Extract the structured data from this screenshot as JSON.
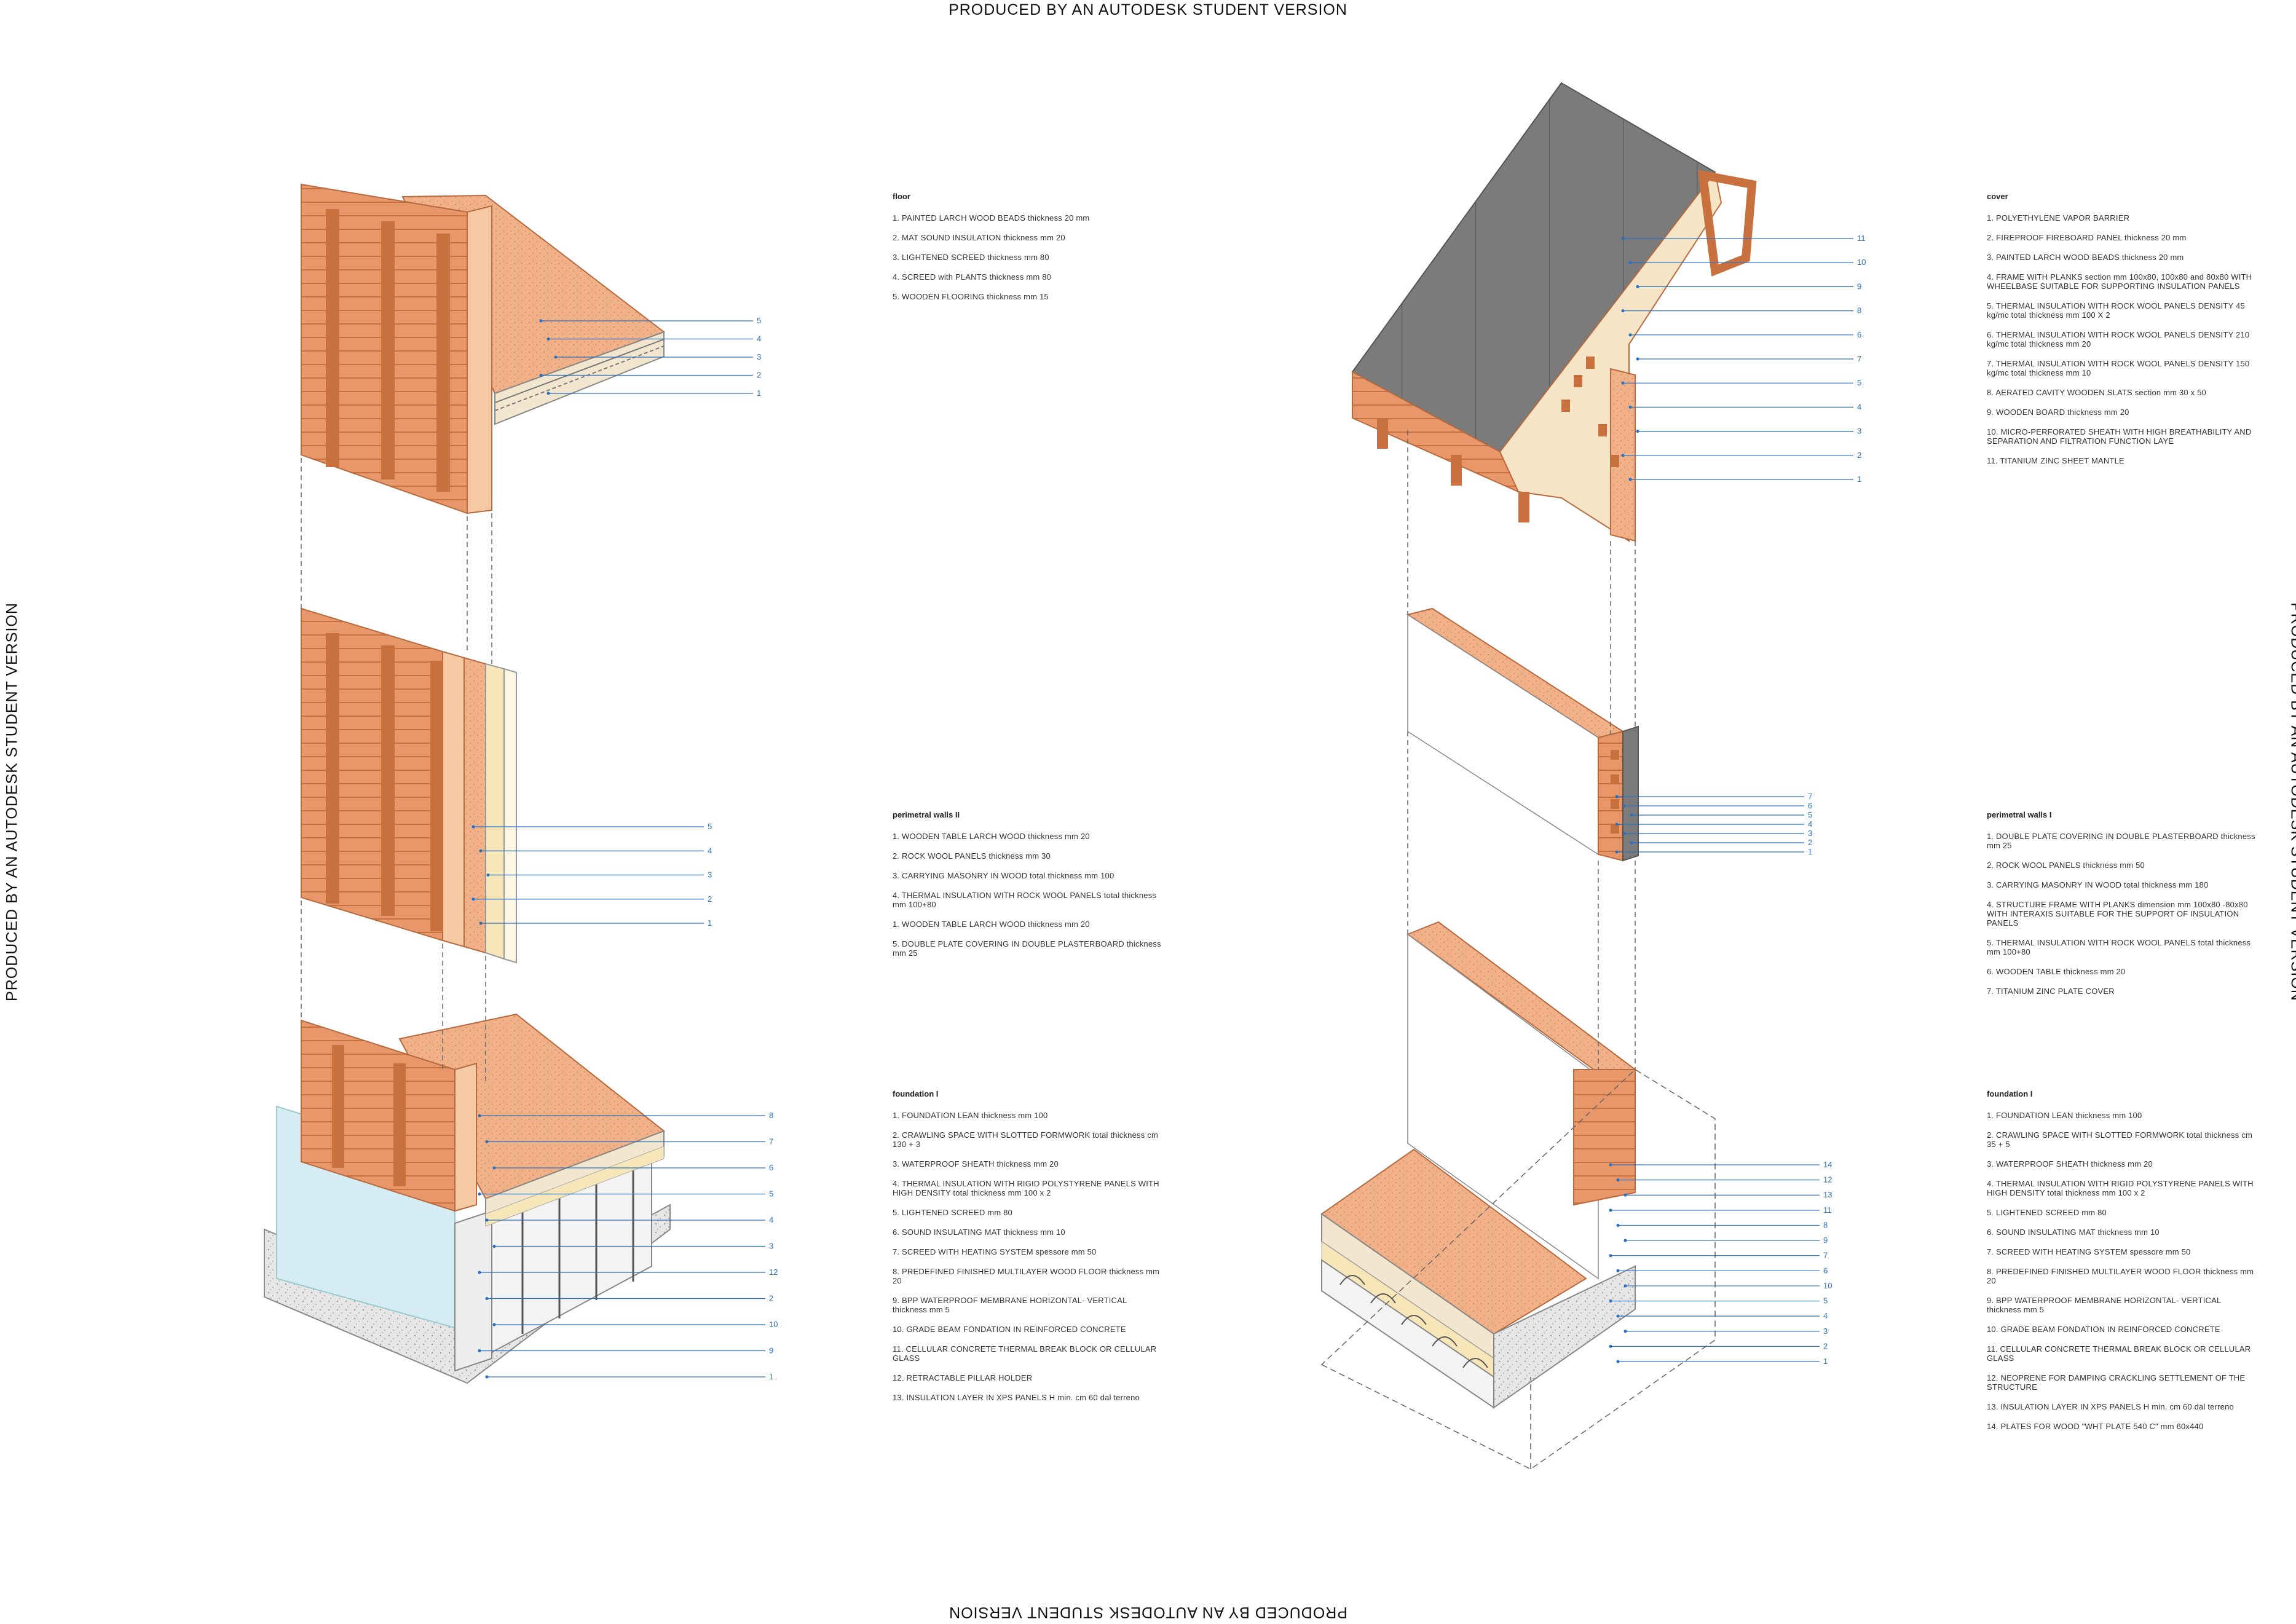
{
  "watermark": {
    "top": "PRODUCED BY AN AUTODESK STUDENT VERSION",
    "bottom": "PRODUCED BY AN AUTODESK STUDENT VERSION",
    "left": "PRODUCED BY AN AUTODESK STUDENT VERSION",
    "right": "PRODUCED BY AN AUTODESK STUDENT VERSION"
  },
  "colors": {
    "timber": "#e8976a",
    "timber_dark": "#c9703f",
    "timber_light": "#f4c9a4",
    "roof": "#7b7b7b",
    "insulation": "#f7e7b8",
    "concrete": "#dcdcdc",
    "xps": "#d5ecf5",
    "callout": "#2a70c0"
  },
  "specs": {
    "floor": {
      "title": "floor",
      "items": [
        "1.  PAINTED LARCH WOOD BEADS thickness 20 mm",
        "2.  MAT SOUND INSULATION thickness mm 20",
        "3.  LIGHTENED SCREED thickness mm 80",
        "4.  SCREED with PLANTS thickness  mm 80",
        "5.  WOODEN FLOORING thickness mm 15"
      ]
    },
    "walls2": {
      "title": "perimetral walls II",
      "items": [
        "1.  WOODEN TABLE  LARCH WOOD thickness mm 20",
        "2.  ROCK WOOL PANELS thickness mm 30",
        "3.  CARRYING MASONRY IN WOOD total thickness mm 100",
        "4.  THERMAL INSULATION WITH ROCK WOOL PANELS total thickness mm 100+80",
        "1.  WOODEN TABLE  LARCH WOOD thickness mm 20",
        "5.    DOUBLE PLATE COVERING IN DOUBLE PLASTERBOARD thickness mm 25"
      ]
    },
    "foundation_left": {
      "title": "foundation I",
      "items": [
        "1.  FOUNDATION LEAN  thickness mm 100",
        "2.  CRAWLING SPACE WITH SLOTTED FORMWORK total  thickness cm 130 + 3",
        "3.  WATERPROOF SHEATH thickness mm 20",
        "4.  THERMAL INSULATION WITH RIGID POLYSTYRENE PANELS WITH HIGH DENSITY total  thickness  mm 100 x 2",
        "5.  LIGHTENED SCREED mm 80",
        "6.  SOUND INSULATING MAT thickness mm 10",
        "7.  SCREED WITH HEATING SYSTEM spessore mm 50",
        "8.  PREDEFINED FINISHED MULTILAYER WOOD FLOOR thickness mm 20",
        "9.  BPP WATERPROOF MEMBRANE HORIZONTAL- VERTICAL thickness mm 5",
        "10.  GRADE BEAM FONDATION IN REINFORCED CONCRETE",
        "11.  CELLULAR CONCRETE THERMAL BREAK BLOCK OR CELLULAR GLASS",
        "12.  RETRACTABLE PILLAR HOLDER",
        "13.  INSULATION LAYER IN XPS PANELS H min. cm 60 dal terreno"
      ]
    },
    "cover": {
      "title": "cover",
      "items": [
        "1.  POLYETHYLENE VAPOR BARRIER",
        "2.    FIREPROOF FIREBOARD PANEL thickness 20 mm",
        "3.   PAINTED LARCH WOOD BEADS thickness 20 mm",
        "4.   FRAME WITH PLANKS section mm 100x80, 100x80 and 80x80 WITH WHEELBASE SUITABLE FOR SUPPORTING INSULATION PANELS",
        "5.   THERMAL INSULATION WITH ROCK WOOL PANELS DENSITY 45 kg/mc total thickness mm 100 X 2",
        "6.   THERMAL INSULATION WITH ROCK WOOL PANELS DENSITY 210 kg/mc total thickness mm 20",
        "7.   THERMAL INSULATION WITH ROCK WOOL PANELS DENSITY 150 kg/mc total thickness mm 10",
        "8.   AERATED CAVITY WOODEN SLATS section mm 30 x 50",
        "9.   WOODEN BOARD thickness mm 20",
        "10.  MICRO-PERFORATED SHEATH WITH HIGH BREATHABILITY AND SEPARATION AND FILTRATION FUNCTION LAYE",
        "11.  TITANIUM ZINC SHEET MANTLE"
      ]
    },
    "walls1": {
      "title": "perimetral walls I",
      "items": [
        "1. DOUBLE PLATE COVERING IN DOUBLE PLASTERBOARD thickness mm 25",
        "2.  ROCK WOOL PANELS thickness mm 50",
        "3.  CARRYING MASONRY IN WOOD total thickness mm 180",
        "4.  STRUCTURE FRAME WITH PLANKS  dimension mm 100x80 -80x80 WITH INTERAXIS SUITABLE FOR THE SUPPORT OF INSULATION PANELS",
        "5. THERMAL INSULATION WITH ROCK WOOL PANELS total thickness mm 100+80",
        "6.  WOODEN TABLE thickness mm 20",
        "7.  TITANIUM ZINC PLATE COVER"
      ]
    },
    "foundation_right": {
      "title": "foundation I",
      "items": [
        "1.  FOUNDATION LEAN  thickness mm 100",
        "2.  CRAWLING SPACE WITH SLOTTED FORMWORK total  thickness cm 35 + 5",
        "3.  WATERPROOF SHEATH thickness mm 20",
        "4.  THERMAL INSULATION WITH RIGID POLYSTYRENE PANELS WITH HIGH DENSITY total  thickness  mm 100 x 2",
        "5.  LIGHTENED SCREED mm 80",
        "6.  SOUND INSULATING MAT thickness mm 10",
        "7.  SCREED WITH HEATING SYSTEM spessore mm 50",
        "8.  PREDEFINED FINISHED MULTILAYER WOOD FLOOR thickness mm 20",
        "9.  BPP WATERPROOF MEMBRANE HORIZONTAL- VERTICAL thickness mm 5",
        "10.  GRADE BEAM FONDATION IN REINFORCED CONCRETE",
        "11.  CELLULAR CONCRETE THERMAL BREAK BLOCK OR CELLULAR GLASS",
        "12.  NEOPRENE FOR DAMPING CRACKLING SETTLEMENT OF THE STRUCTURE",
        "13.  INSULATION LAYER IN XPS PANELS H min. cm 60 dal terreno",
        "14. PLATES FOR WOOD \"WHT PLATE  540 C\" mm 60x440"
      ]
    }
  },
  "callouts": {
    "floor": [
      "5",
      "4",
      "3",
      "2",
      "1"
    ],
    "walls2": [
      "5",
      "4",
      "3",
      "2",
      "1"
    ],
    "foundation_left": [
      "8",
      "7",
      "6",
      "5",
      "4",
      "3",
      "12",
      "2",
      "10",
      "9",
      "1"
    ],
    "cover": [
      "11",
      "10",
      "9",
      "8",
      "6",
      "7",
      "5",
      "4",
      "3",
      "2",
      "1"
    ],
    "walls1": [
      "7",
      "6",
      "5",
      "4",
      "3",
      "2",
      "1"
    ],
    "foundation_right": [
      "14",
      "12",
      "13",
      "11",
      "8",
      "9",
      "7",
      "6",
      "10",
      "5",
      "4",
      "3",
      "2",
      "1"
    ]
  }
}
